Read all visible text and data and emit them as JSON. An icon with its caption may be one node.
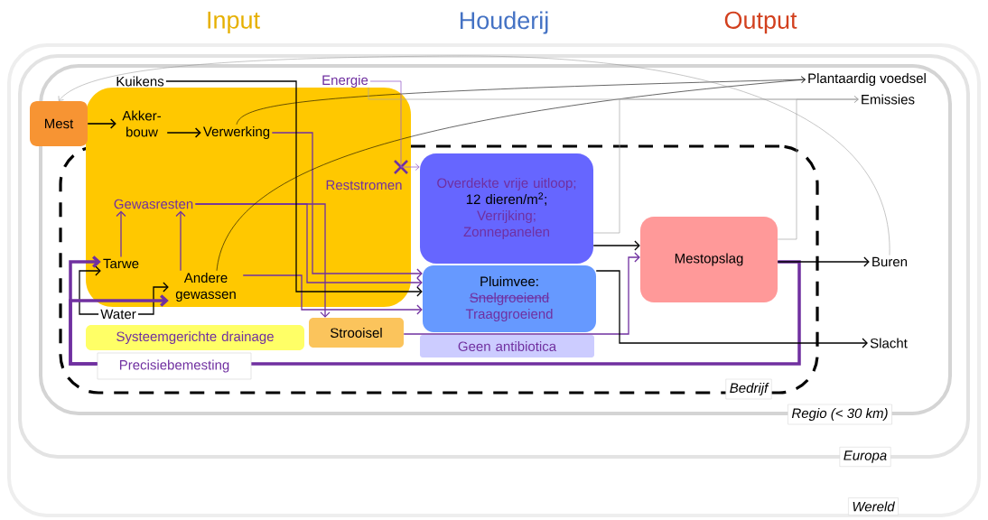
{
  "diagram": {
    "nodes": [
      {
        "text": [
          "Wereld"
        ]
      },
      {
        "text": [
          "Europa"
        ],
        "in": 0
      },
      {
        "text": [
          "Regio (< 30 km)"
        ],
        "in": 1
      },
      {
        "text": [
          "Bedrijf"
        ],
        "in": 2
      },
      {
        "text": [],
        "shape": "box",
        "in": 2
      },
      {
        "text": [
          "Mest"
        ],
        "in": 1
      },
      {
        "text": [
          "Akker- bouw"
        ],
        "in": 4
      },
      {
        "text": [
          "Verwerking"
        ],
        "in": 4
      },
      {
        "text": [
          "Gewasresten"
        ]
      },
      {
        "text": [
          "Tarwe"
        ]
      },
      {
        "text": [
          "Andere gewassen"
        ]
      },
      {
        "text": [
          "Water"
        ],
        "in": 3
      },
      {
        "text": [
          "Systeemgerichte drainage"
        ],
        "in": 3
      },
      {
        "text": [
          "Precisiebemesting"
        ],
        "in": 3
      },
      {
        "text": [
          "Strooisel"
        ],
        "in": 3
      },
      {
        "text": [
          "Kuikens"
        ],
        "in": 2
      },
      {
        "text": [
          "Energie"
        ],
        "in": 2
      },
      {
        "text": [
          "Overdekte vrije uitloop;",
          "12 dieren/m$^{2}$;",
          "Verrijking;",
          "Zonnepanelen"
        ],
        "in": 3
      },
      {
        "text": [
          "Pluimvee:",
          "Snelgroeiend",
          "Traaggroeiend"
        ],
        "in": 3
      },
      {
        "text": [
          "Geen antibiotica"
        ],
        "in": 3
      },
      {
        "text": [
          "Mestopslag"
        ],
        "in": 3
      },
      {
        "text": [
          "Plantaardig voedsel"
        ],
        "in": 2
      },
      {
        "text": [
          "Emissies"
        ],
        "in": 2
      },
      {
        "text": [
          "Buren"
        ],
        "in": 2
      },
      {
        "text": [
          "Slacht"
        ],
        "in": 2
      }
    ],
    "edges": [
      {
        "from": 5,
        "to": 6,
        "arrow": "to"
      },
      {
        "from": 6,
        "to": 7,
        "arrow": "to"
      },
      {
        "from": 7,
        "to": 18,
        "arrow": "to",
        "color": "#7030a0"
      },
      {
        "from": 9,
        "to": 8,
        "arrow": "to",
        "color": "#7030a0"
      },
      {
        "from": 10,
        "to": 8,
        "arrow": "to",
        "color": "#7030a0"
      },
      {
        "from": 8,
        "to": 18,
        "arrow": "to",
        "color": "#7030a0"
      },
      {
        "from": 8,
        "to": 14,
        "arrow": "to",
        "color": "#7030a0"
      },
      {
        "from": 10,
        "to": 18,
        "arrow": "to",
        "color": "#7030a0"
      },
      {
        "from": 15,
        "to": 18,
        "arrow": "to"
      },
      {
        "from": 11,
        "to": 9,
        "arrow": "to"
      },
      {
        "from": 11,
        "to": 10,
        "arrow": "to"
      },
      {
        "from": 7,
        "to": 21,
        "arrow": "to"
      },
      {
        "from": 10,
        "to": 21,
        "arrow": "to"
      },
      {
        "from": 20,
        "to": 13,
        "arrow": "none",
        "style": "thick",
        "color": "#7030a0"
      },
      {
        "from": 13,
        "to": 9,
        "arrow": "to",
        "style": "thick",
        "color": "#7030a0"
      },
      {
        "from": 13,
        "to": 10,
        "arrow": "to",
        "style": "thick",
        "color": "#7030a0"
      },
      {
        "from": 14,
        "to": 20,
        "arrow": "to",
        "color": "#7030a0"
      },
      {
        "from": 17,
        "to": 20,
        "arrow": "to"
      },
      {
        "from": 18,
        "to": 24,
        "arrow": "to"
      },
      {
        "from": 20,
        "to": 23,
        "arrow": "to"
      },
      {
        "from": 16,
        "to": 17,
        "arrow": "to",
        "color": "#9966cc"
      },
      {
        "from": 4,
        "to": 22,
        "arrow": "to",
        "color": "#a6a6a6"
      },
      {
        "from": 17,
        "to": 22,
        "arrow": "to",
        "color": "#a6a6a6"
      },
      {
        "from": 20,
        "to": 22,
        "arrow": "to",
        "color": "#a6a6a6"
      },
      {
        "from": 23,
        "to": 5,
        "arrow": "to",
        "color": "#8c8c8c"
      }
    ],
    "labels": [
      "Input",
      "Houderij",
      "Output",
      "Reststromen"
    ]
  }
}
